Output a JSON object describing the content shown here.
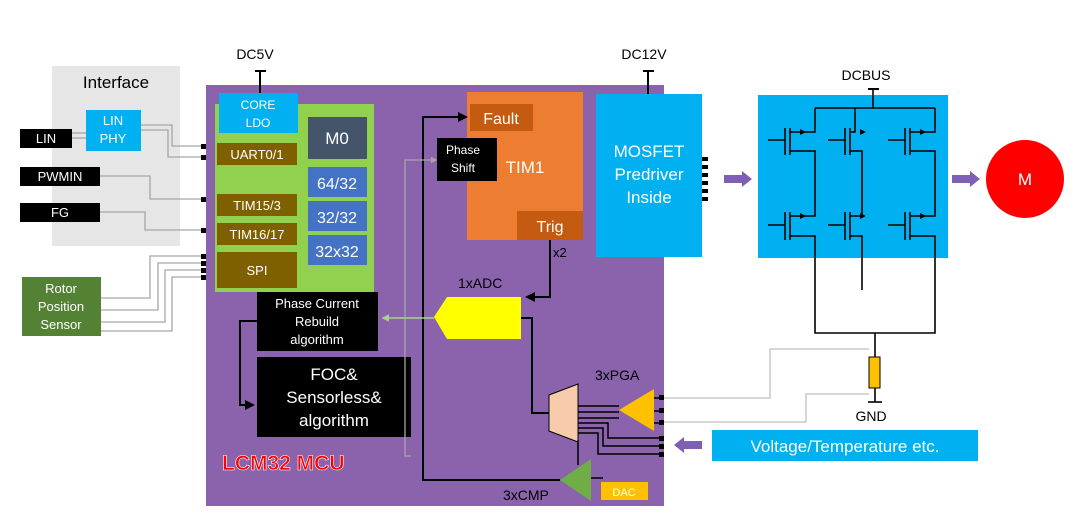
{
  "supply": {
    "dc5v": "DC5V",
    "dc12v": "DC12V",
    "dcbus": "DCBUS",
    "gnd": "GND"
  },
  "interface": {
    "title": "Interface",
    "lin": "LIN",
    "lin_phy_line1": "LIN",
    "lin_phy_line2": "PHY",
    "pwmin": "PWMIN",
    "fg": "FG"
  },
  "rotor_sensor": {
    "line1": "Rotor",
    "line2": "Position",
    "line3": "Sensor"
  },
  "mcu": {
    "name": "LCM32 MCU",
    "core_ldo_line1": "CORE",
    "core_ldo_line2": "LDO",
    "m0": "M0",
    "uart": "UART0/1",
    "tim15": "TIM15/3",
    "tim16": "TIM16/17",
    "spi": "SPI",
    "math": [
      "64/32",
      "32/32",
      "32x32"
    ],
    "phase_current": [
      "Phase Current",
      "Rebuild",
      "algorithm"
    ],
    "foc": [
      "FOC&",
      "Sensorless&",
      "algorithm"
    ],
    "tim1": {
      "label": "TIM1",
      "fault": "Fault",
      "trig": "Trig",
      "phase_shift_line1": "Phase",
      "phase_shift_line2": "Shift"
    },
    "adc": "1xADC",
    "x2": "x2",
    "pga": "3xPGA",
    "cmp": "3xCMP",
    "dac": "DAC"
  },
  "predriver": [
    "MOSFET",
    "Predriver",
    "Inside"
  ],
  "motor": "M",
  "voltage_temp": "Voltage/Temperature etc.",
  "colors": {
    "mcu_purple": "#8a63ac",
    "core_green": "#92d050",
    "blue": "#00b0f0",
    "orange": "#ed7d31",
    "dark_orange": "#c55a11",
    "brown": "#7f6000",
    "math_blue": "#4472c4",
    "m0_gray": "#44546a",
    "rotor_green": "#548235",
    "adc_yellow": "#ffff00",
    "pga_orange": "#ffc000",
    "cmp_green": "#70ad47",
    "mux_pink": "#f8cbad",
    "motor_red": "#ff0000",
    "arrow_purple": "#7f5fb4",
    "interface_gray": "#e7e6e6"
  }
}
